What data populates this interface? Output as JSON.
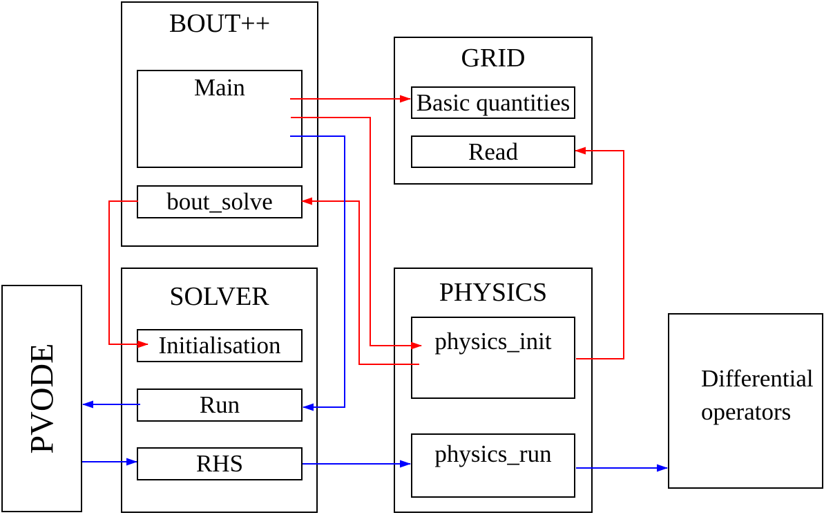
{
  "colors": {
    "red_arrow": "#ff0000",
    "blue_arrow": "#0000ff",
    "border": "#000000",
    "background": "#ffffff"
  },
  "boxes": {
    "bout": {
      "title": "BOUT++"
    },
    "main": {
      "label": "Main"
    },
    "bout_solve": {
      "label": "bout_solve"
    },
    "grid": {
      "title": "GRID"
    },
    "basic_quantities": {
      "label": "Basic quantities"
    },
    "read": {
      "label": "Read"
    },
    "solver": {
      "title": "SOLVER"
    },
    "initialisation": {
      "label": "Initialisation"
    },
    "run": {
      "label": "Run"
    },
    "rhs": {
      "label": "RHS"
    },
    "physics": {
      "title": "PHYSICS"
    },
    "physics_init": {
      "label": "physics_init"
    },
    "physics_run": {
      "label": "physics_run"
    },
    "pvode": {
      "title": "PVODE"
    },
    "differential_operators": {
      "line1": "Differential",
      "line2": "operators"
    }
  },
  "arrows": [
    {
      "id": "main-to-basic-quantities",
      "from": "Main",
      "to": "Basic quantities",
      "color": "red_arrow"
    },
    {
      "id": "main-to-physics-init",
      "from": "Main",
      "to": "physics_init",
      "color": "red_arrow"
    },
    {
      "id": "physics-init-to-bout-solve",
      "from": "physics_init",
      "to": "bout_solve",
      "color": "red_arrow"
    },
    {
      "id": "bout-solve-to-initialisation",
      "from": "bout_solve",
      "to": "Initialisation",
      "color": "red_arrow"
    },
    {
      "id": "physics-init-to-read",
      "from": "physics_init",
      "to": "Read",
      "color": "red_arrow"
    },
    {
      "id": "main-to-run",
      "from": "Main",
      "to": "Run",
      "color": "blue_arrow"
    },
    {
      "id": "run-to-pvode",
      "from": "Run",
      "to": "PVODE",
      "color": "blue_arrow"
    },
    {
      "id": "pvode-to-rhs",
      "from": "PVODE",
      "to": "RHS",
      "color": "blue_arrow"
    },
    {
      "id": "rhs-to-physics-run",
      "from": "RHS",
      "to": "physics_run",
      "color": "blue_arrow"
    },
    {
      "id": "physics-run-to-differential-operators",
      "from": "physics_run",
      "to": "Differential operators",
      "color": "blue_arrow"
    }
  ]
}
